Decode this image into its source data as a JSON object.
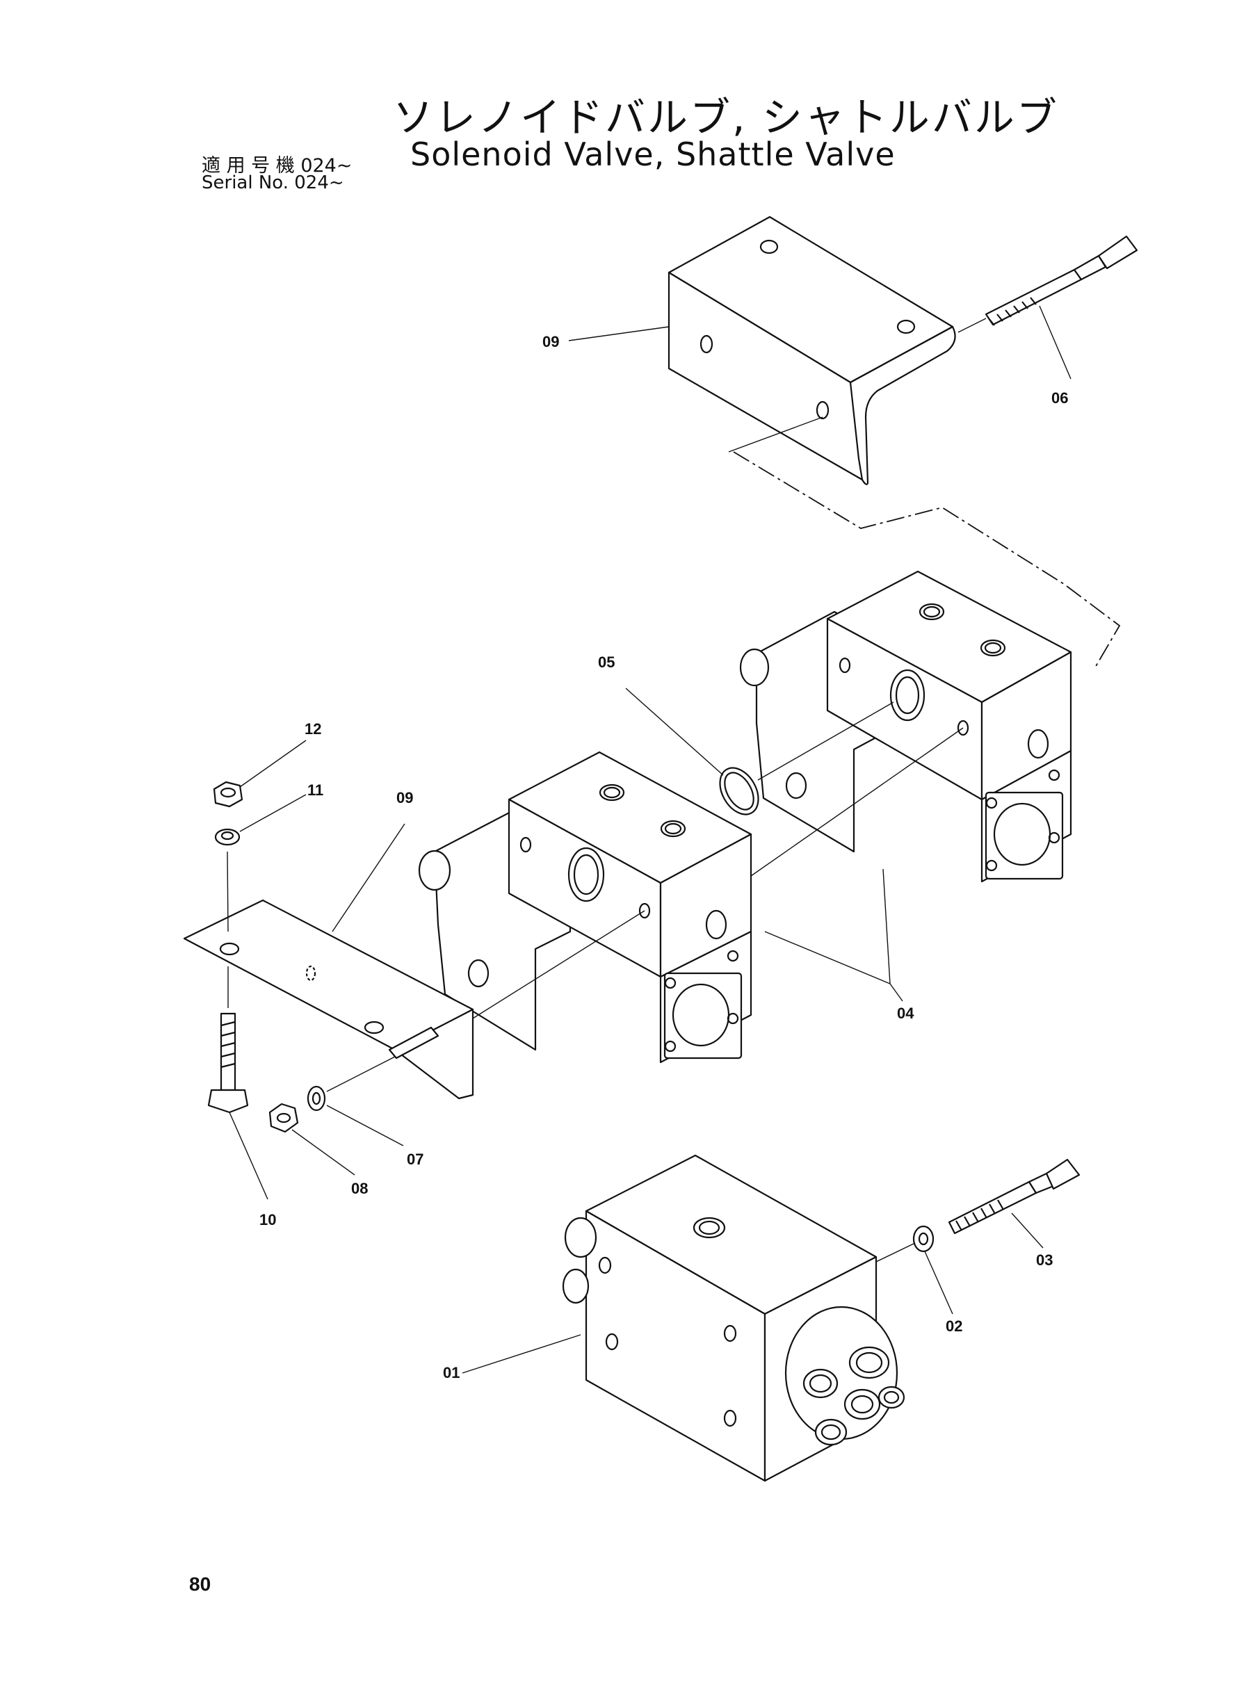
{
  "header": {
    "title_jp": "ソレノイドバルブ, シャトルバルブ",
    "title_en": "Solenoid Valve, Shattle Valve",
    "serial_jp": "適 用 号 機  024~",
    "serial_en": "Serial  No.  024~"
  },
  "callouts": {
    "p01": "01",
    "p02": "02",
    "p03": "03",
    "p04": "04",
    "p05": "05",
    "p06": "06",
    "p07": "07",
    "p08": "08",
    "p09_top": "09",
    "p09_left": "09",
    "p10": "10",
    "p11": "11",
    "p12": "12"
  },
  "footer": {
    "page_number": "80"
  }
}
